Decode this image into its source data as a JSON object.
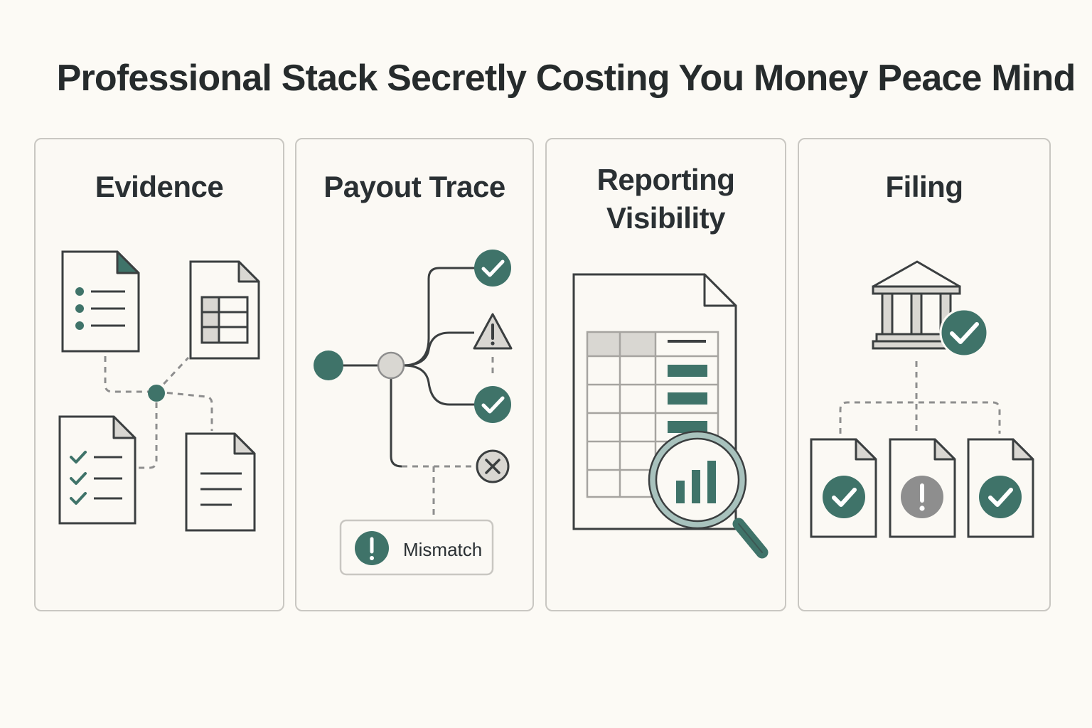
{
  "title": "Professional Stack Secretly Costing You Money Peace Mind",
  "colors": {
    "accent": "#3f7369",
    "line": "#3b3f40",
    "muted": "#8e8e8e",
    "light_fill": "#d9d7d2",
    "background": "#fcfaf5"
  },
  "panels": [
    {
      "title": "Evidence"
    },
    {
      "title": "Payout Trace",
      "badge_label": "Mismatch"
    },
    {
      "title_line1": "Reporting",
      "title_line2": "Visibility"
    },
    {
      "title": "Filing"
    }
  ]
}
